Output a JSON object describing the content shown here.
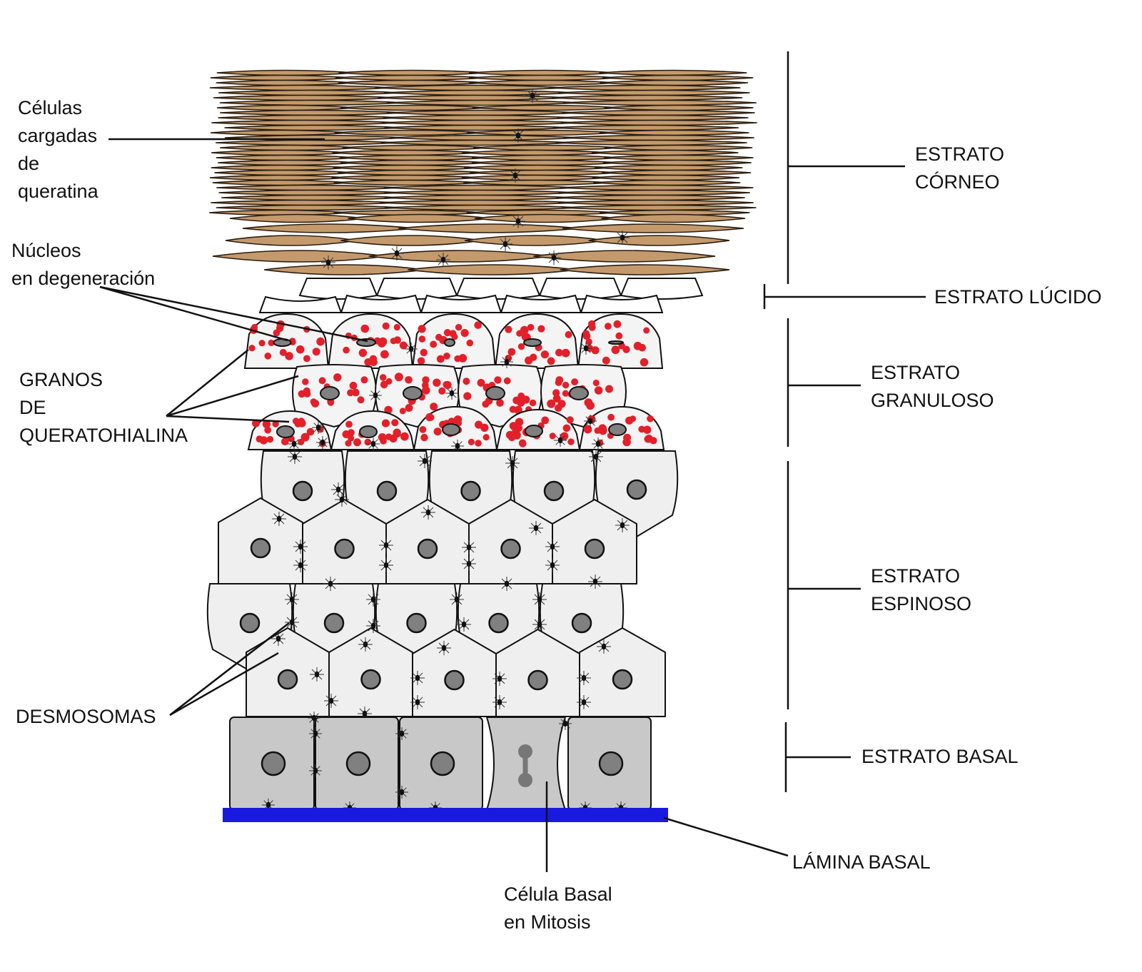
{
  "colors": {
    "corneo": "#c49a6c",
    "corneo_dark": "#8a6a45",
    "lucido": "#ffffff",
    "granule": "#e3202a",
    "spinous_cell": "#efefef",
    "basal_cell": "#c8c8c8",
    "nucleus": "#808080",
    "lamina": "#1a1adf",
    "outline": "#111111"
  },
  "labels": {
    "celulas_queratina": [
      "Células",
      "cargadas",
      "de",
      "queratina"
    ],
    "nucleos": [
      "Núcleos",
      "en degeneración"
    ],
    "granos": [
      "GRANOS",
      "DE",
      "QUERATOHIALINA"
    ],
    "desmosomas": "DESMOSOMAS",
    "estrato_corneo": [
      "ESTRATO",
      "CÓRNEO"
    ],
    "estrato_lucido": "ESTRATO LÚCIDO",
    "estrato_granuloso": [
      "ESTRATO",
      "GRANULOSO"
    ],
    "estrato_espinoso": [
      "ESTRATO",
      "ESPINOSO"
    ],
    "estrato_basal": "ESTRATO BASAL",
    "lamina_basal": "LÁMINA BASAL",
    "celula_mitosis": [
      "Célula Basal",
      "en Mitosis"
    ]
  }
}
